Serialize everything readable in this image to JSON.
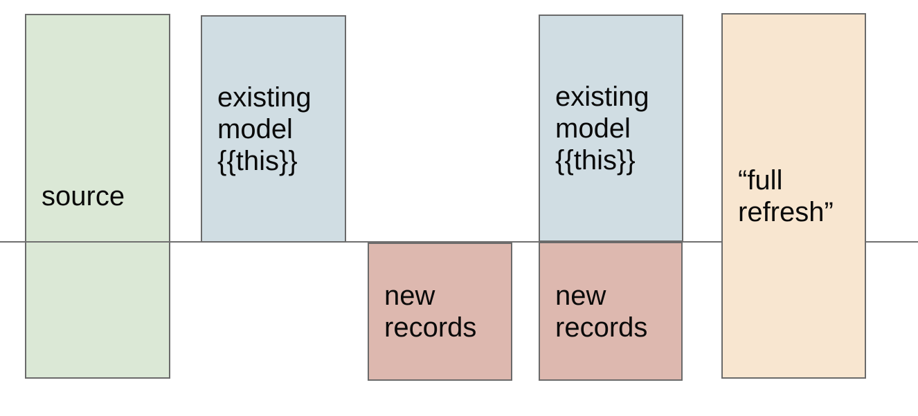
{
  "diagram": {
    "boxes": [
      {
        "id": "source",
        "label": "source",
        "fill": "#dbe8d6"
      },
      {
        "id": "existing-1",
        "label": "existing\nmodel\n{{this}}",
        "fill": "#d0dde3"
      },
      {
        "id": "new-1",
        "label": "new\nrecords",
        "fill": "#ddb8af"
      },
      {
        "id": "existing-2",
        "label": "existing\nmodel\n{{this}}",
        "fill": "#d0dde3"
      },
      {
        "id": "new-2",
        "label": "new\nrecords",
        "fill": "#ddb8af"
      },
      {
        "id": "full-refresh",
        "label": "“full\nrefresh”",
        "fill": "#f8e6d0"
      }
    ],
    "divider_line_color": "#6f6f6f",
    "box_border_color": "#6a6a6a",
    "text_color": "#0a0a0a",
    "background_color": "#ffffff"
  }
}
